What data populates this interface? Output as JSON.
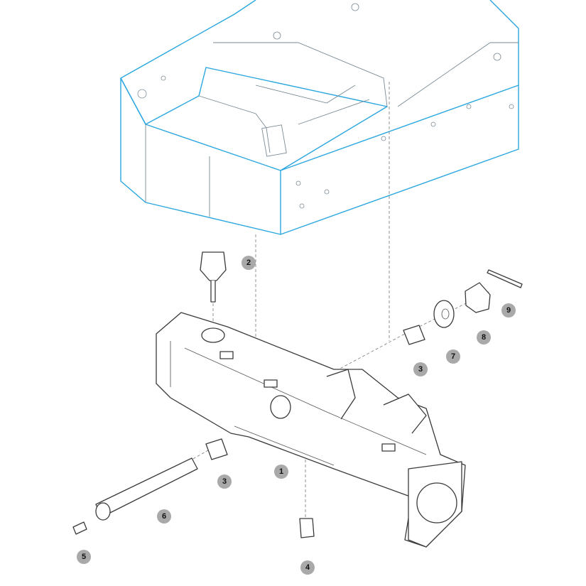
{
  "colors": {
    "frame": "#2aa7e0",
    "callout": "#a9a9a9",
    "part": "#3a3a3a"
  },
  "callouts": [
    {
      "label": "1",
      "part": "axle-housing"
    },
    {
      "label": "2",
      "part": "breather"
    },
    {
      "label": "3",
      "part": "bushing-rear"
    },
    {
      "label": "3",
      "part": "bushing-front"
    },
    {
      "label": "4",
      "part": "plug"
    },
    {
      "label": "5",
      "part": "grease-nipple"
    },
    {
      "label": "6",
      "part": "pivot-pin"
    },
    {
      "label": "7",
      "part": "washer"
    },
    {
      "label": "8",
      "part": "nut"
    },
    {
      "label": "9",
      "part": "cotter-pin"
    }
  ]
}
